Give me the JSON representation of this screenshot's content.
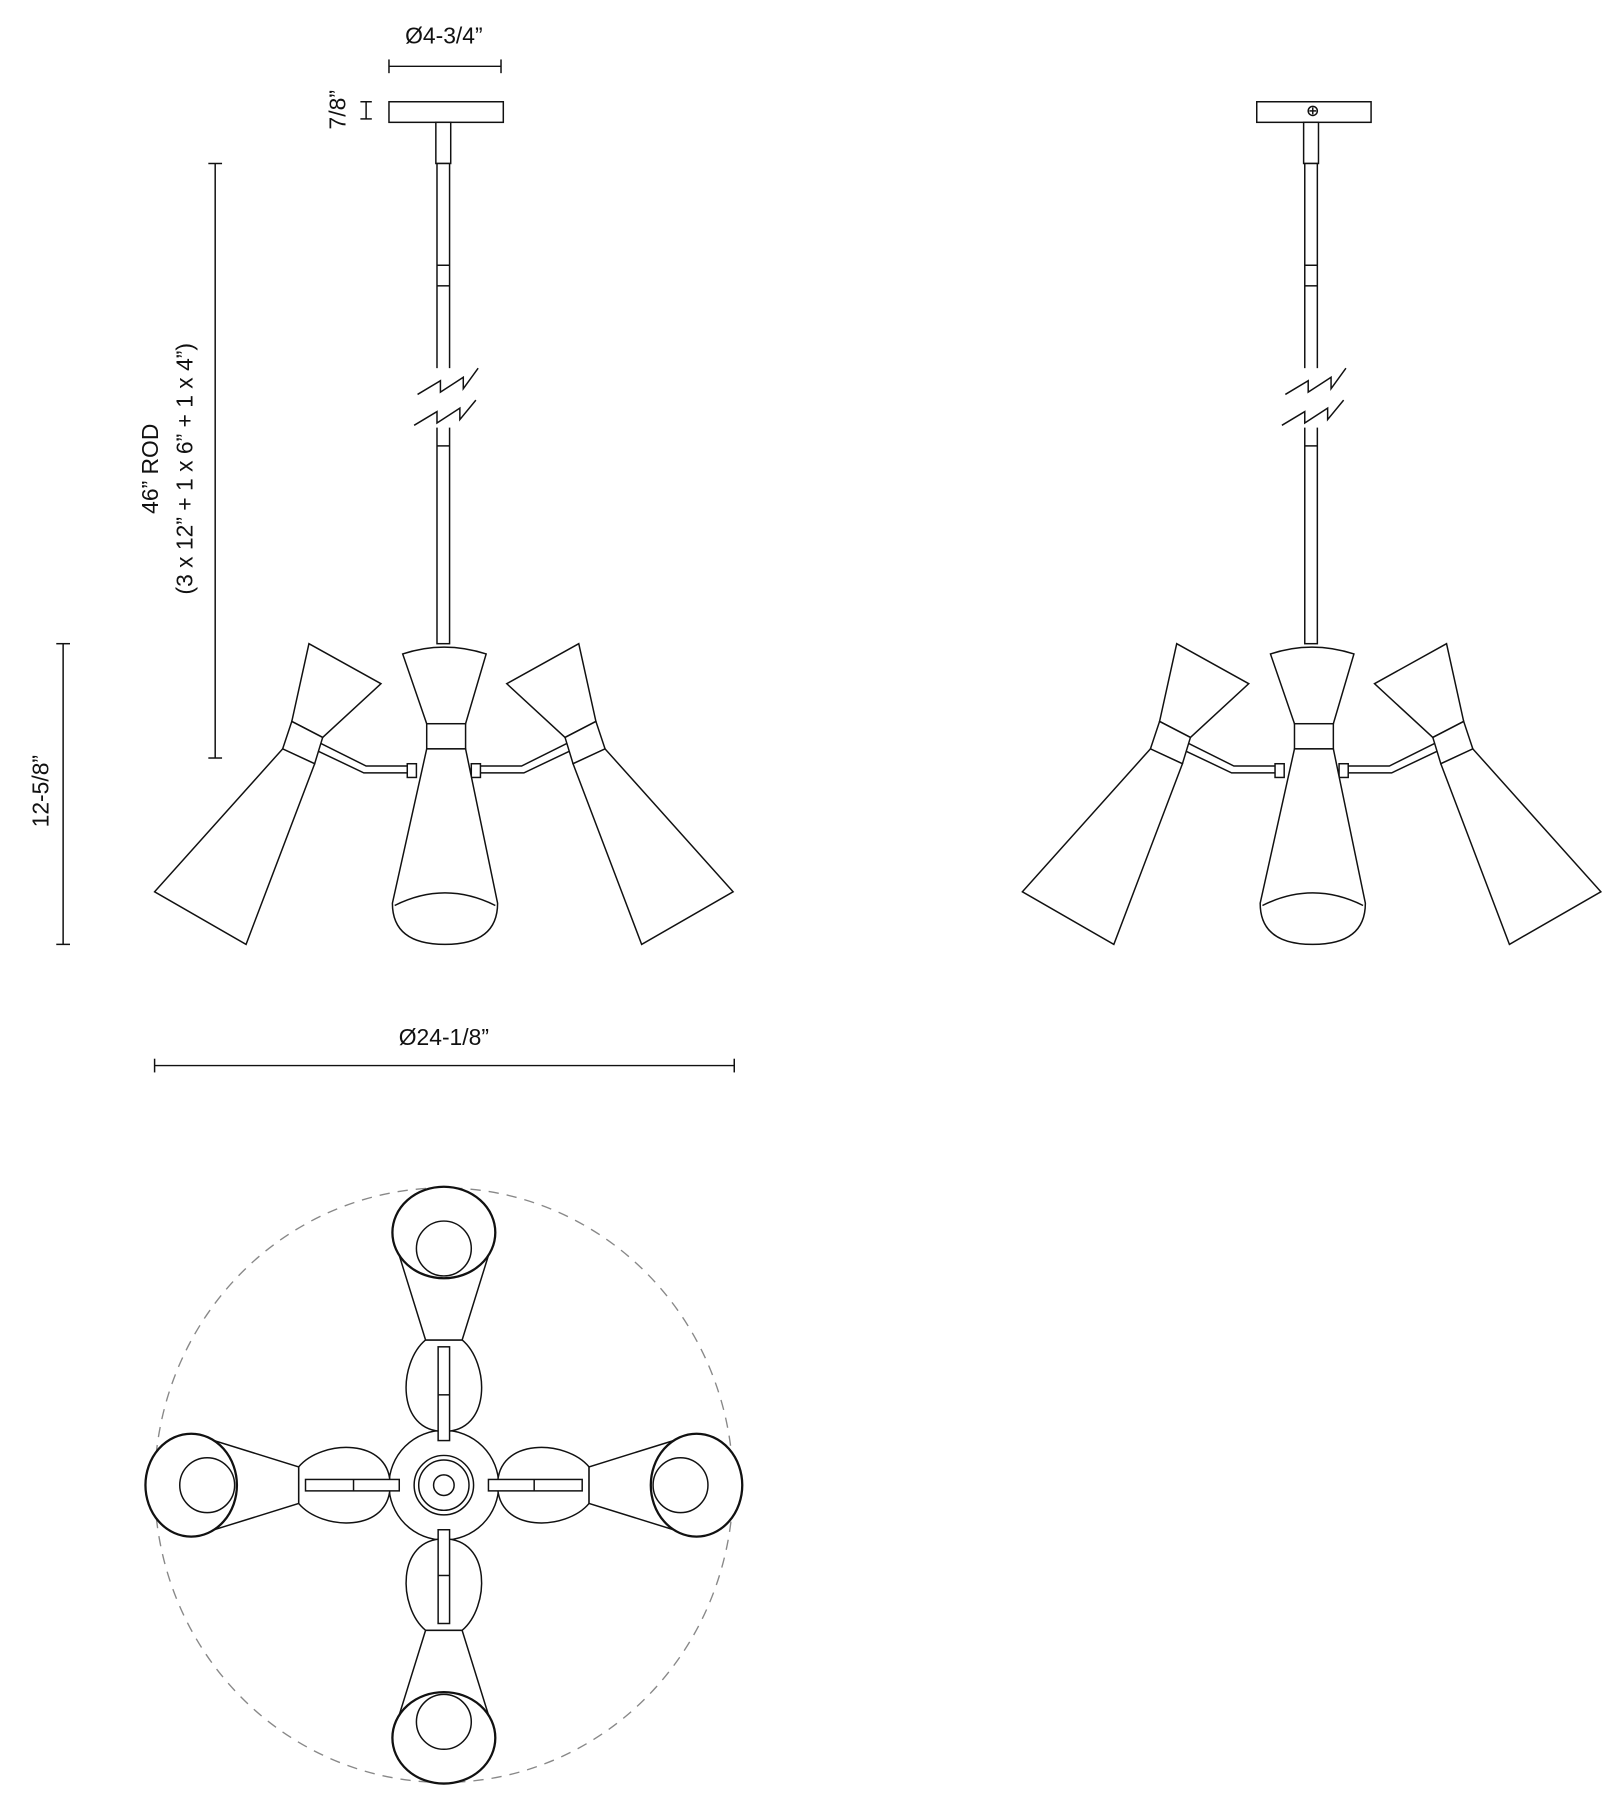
{
  "dimensions": {
    "canopy_diameter": "Ø4-3/4”",
    "canopy_height": "7/8”",
    "rod_length": "46” ROD",
    "rod_breakdown": "(3 x 12” + 1 x 6” + 1 x 4”)",
    "fixture_height": "12-5/8”",
    "fixture_diameter": "Ø24-1/8”"
  },
  "colors": {
    "line": "#111111",
    "dashed_outline": "#888888",
    "background": "#ffffff"
  }
}
